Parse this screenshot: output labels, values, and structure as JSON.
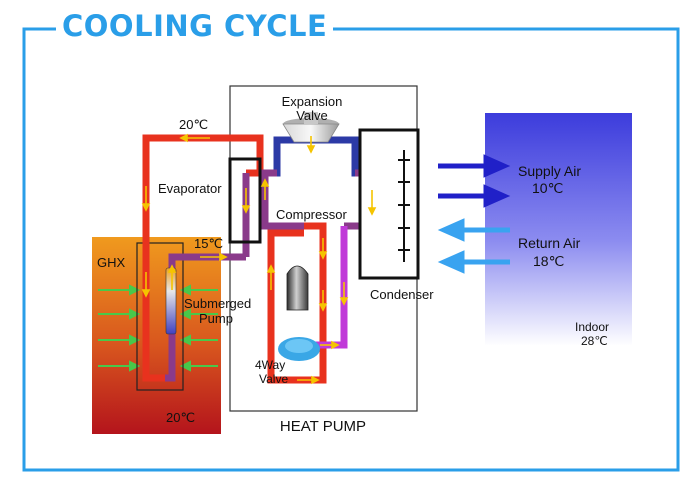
{
  "title": "COOLING CYCLE",
  "colors": {
    "frame": "#2a9ee8",
    "hot_pipe": "#e8321e",
    "cold_pipe": "#2c3aa6",
    "mixed_pipe": "#8a3a8a",
    "hot_gas_pipe": "#c03ad8",
    "flow_arrow": "#f5c400",
    "supply_arrow": "#2020c8",
    "return_arrow": "#39a3f0",
    "earth_top": "#f09a1e",
    "earth_bottom": "#b4141c",
    "indoor_top": "#3c3cdc",
    "indoor_bottom": "#ffffff"
  },
  "labels": {
    "expansion_valve_line1": "Expansion",
    "expansion_valve_line2": "Valve",
    "evaporator": "Evaporator",
    "compressor": "Compressor",
    "condenser": "Condenser",
    "supply_air": "Supply Air",
    "supply_temp": "10℃",
    "return_air": "Return Air",
    "return_temp": "18℃",
    "indoor": "Indoor",
    "indoor_temp": "28℃",
    "ghx": "GHX",
    "pipe_top_temp": "20℃",
    "pipe_mid_temp": "15℃",
    "ground_temp": "20℃",
    "pump_line1": "Submerged",
    "pump_line2": "Pump",
    "valve_line1": "4Way",
    "valve_line2": "Valve",
    "heat_pump": "HEAT PUMP"
  },
  "icons": {
    "expansion_valve": "expansion-valve-icon",
    "compressor": "compressor-icon",
    "four_way_valve": "four-way-valve-icon",
    "submerged_pump": "submerged-pump-icon"
  }
}
